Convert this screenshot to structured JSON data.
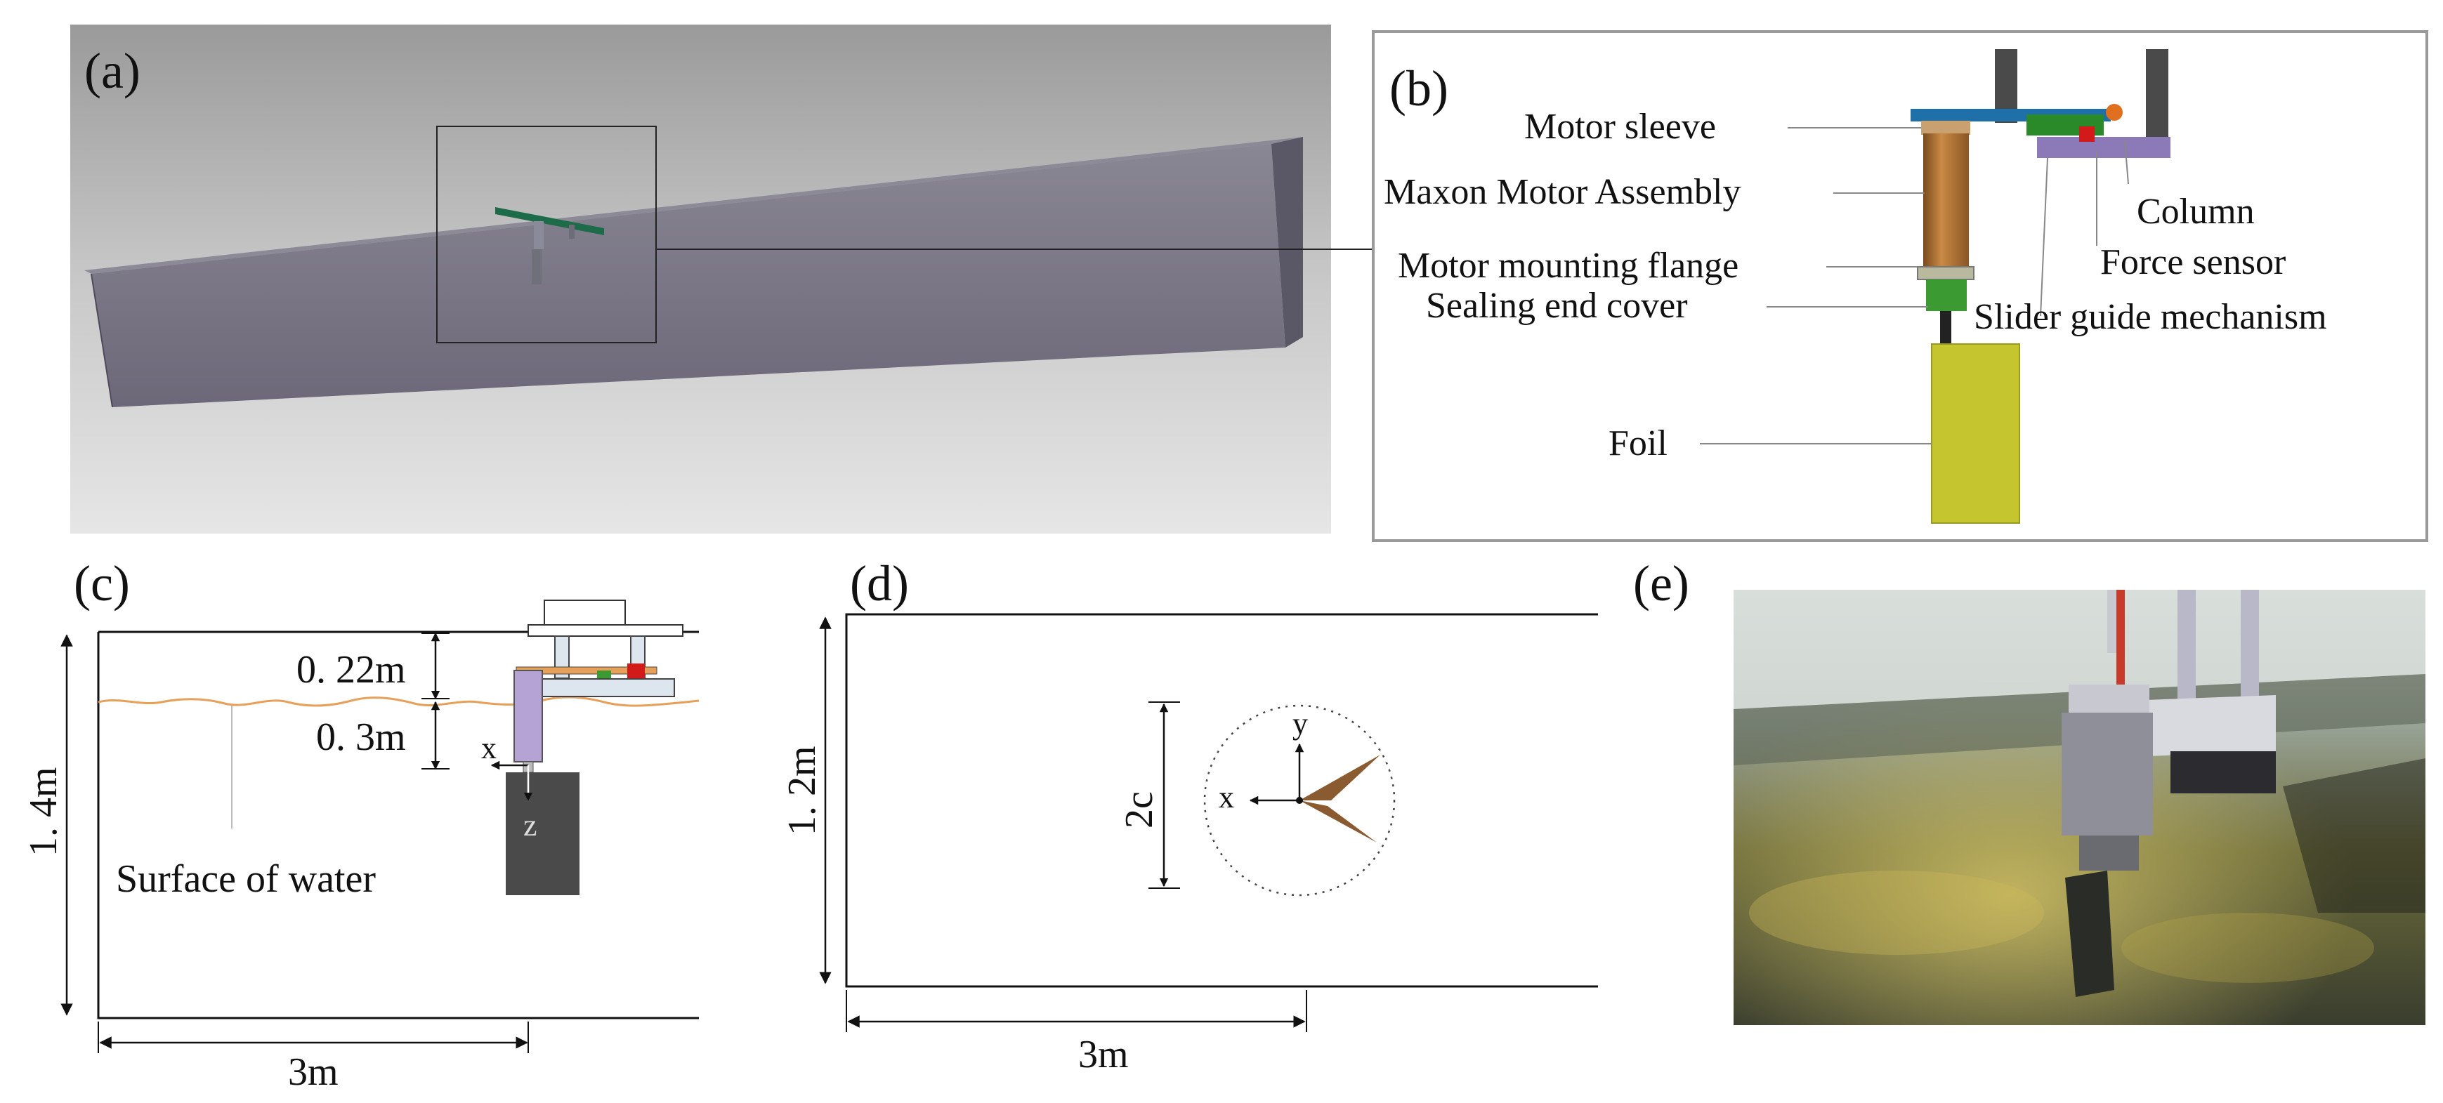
{
  "panels": {
    "a": {
      "label": "(a)"
    },
    "b": {
      "label": "(b)",
      "callouts": {
        "motor_sleeve": "Motor sleeve",
        "maxon_motor": "Maxon Motor Assembly",
        "mounting_flange": "Motor mounting flange",
        "sealing_cover": "Sealing end cover",
        "foil": "Foil",
        "column": "Column",
        "force_sensor": "Force sensor",
        "slider_guide": "Slider guide mechanism"
      }
    },
    "c": {
      "label": "(c)",
      "dims": {
        "height": "1. 4m",
        "top_gap": "0. 22m",
        "depth": "0. 3m",
        "length": "3m"
      },
      "axes": {
        "x": "x",
        "z": "z"
      },
      "surface_label": "Surface of water"
    },
    "d": {
      "label": "(d)",
      "dims": {
        "width": "1. 2m",
        "length": "3m",
        "chord": "2c"
      },
      "axes": {
        "x": "x",
        "y": "y"
      }
    },
    "e": {
      "label": "(e)"
    }
  },
  "colors": {
    "channel": "#5f5b6d",
    "motor_brown": "#b0722e",
    "plate_purple": "#8b79b8",
    "sealing_green": "#3c9a33",
    "foil_yellow": "#c5c530",
    "sensor_red": "#d21a1a",
    "water_line": "#e6a05a",
    "foil_brown": "#8a5a30"
  }
}
